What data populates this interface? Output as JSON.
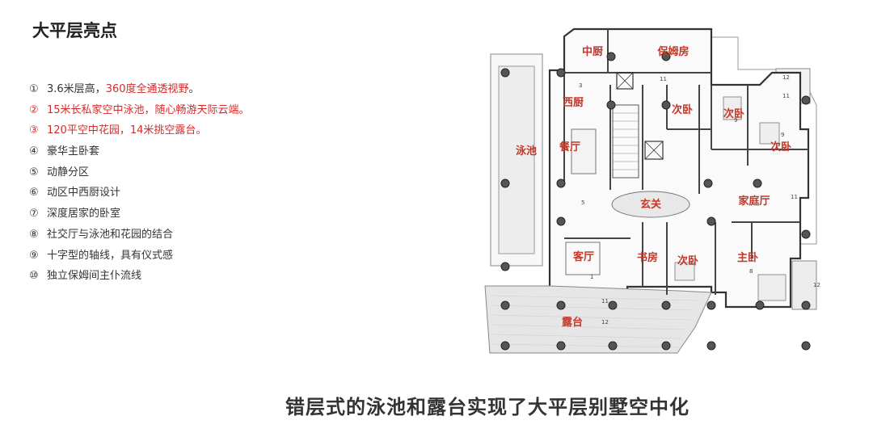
{
  "title": "大平层亮点",
  "features": [
    {
      "num": "①",
      "pre": "3.6米层高，",
      "highlight": "360度全通透视野",
      "post": "。",
      "red": false
    },
    {
      "num": "②",
      "pre": "15米长私家空中泳池",
      "highlight": "",
      "post": "，随心畅游天际云端。",
      "red": true
    },
    {
      "num": "③",
      "pre": "120平空中花园",
      "highlight": "",
      "post": "，14米挑空露台。",
      "red": true
    },
    {
      "num": "④",
      "pre": "豪华主卧套",
      "highlight": "",
      "post": "",
      "red": false
    },
    {
      "num": "⑤",
      "pre": "动静分区",
      "highlight": "",
      "post": "",
      "red": false
    },
    {
      "num": "⑥",
      "pre": "动区中西厨设计",
      "highlight": "",
      "post": "",
      "red": false
    },
    {
      "num": "⑦",
      "pre": "深度居家的卧室",
      "highlight": "",
      "post": "",
      "red": false
    },
    {
      "num": "⑧",
      "pre": "社交厅与泳池和花园的结合",
      "highlight": "",
      "post": "",
      "red": false
    },
    {
      "num": "⑨",
      "pre": "十字型的轴线，具有仪式感",
      "highlight": "",
      "post": "",
      "red": false
    },
    {
      "num": "⑩",
      "pre": "独立保姆间主仆流线",
      "highlight": "",
      "post": "",
      "red": false
    }
  ],
  "plan": {
    "rooms": {
      "pool": "泳池",
      "chinese_kitchen": "中厨",
      "maid_room": "保姆房",
      "western_kitchen": "西厨",
      "dining": "餐厅",
      "secondary_bedroom_1": "次卧",
      "secondary_bedroom_2": "次卧",
      "secondary_bedroom_3": "次卧",
      "secondary_bedroom_4": "次卧",
      "foyer": "玄关",
      "family_room": "家庭厅",
      "living_room": "客厅",
      "study": "书房",
      "master_bedroom": "主卧",
      "terrace": "露台"
    },
    "numbers": {
      "n3": "3",
      "n11a": "11",
      "n12a": "12",
      "n11b": "11",
      "n9a": "9",
      "n9b": "9",
      "n5": "5",
      "n11c": "11",
      "n1": "1",
      "n8": "8",
      "n12b": "12",
      "n11d": "11",
      "n12c": "12"
    }
  },
  "caption": "错层式的泳池和露台实现了大平层别墅空中化"
}
